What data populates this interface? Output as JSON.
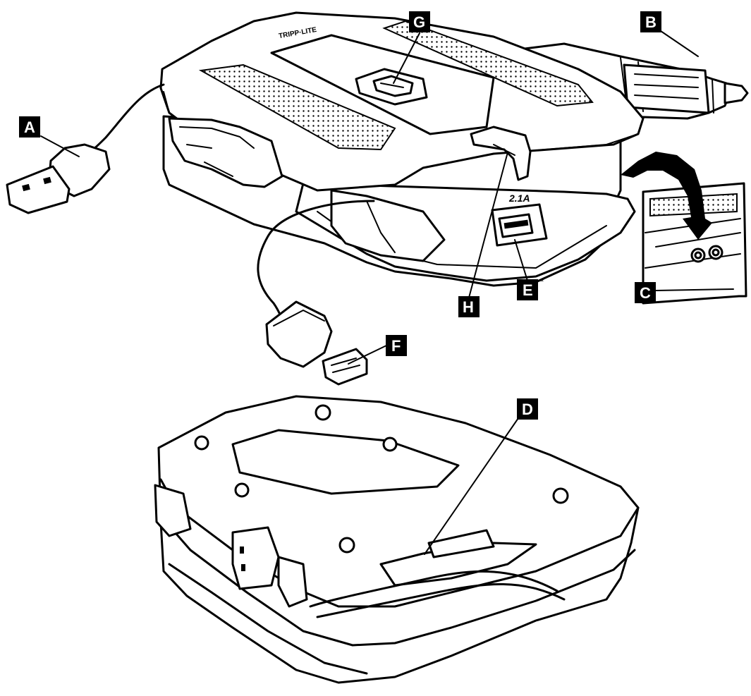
{
  "diagram": {
    "brand": "TRIPP·LITE",
    "rating_label": "2.1A",
    "footnote_mark": "*",
    "callouts": [
      {
        "id": "A",
        "label": "A"
      },
      {
        "id": "B",
        "label": "B"
      },
      {
        "id": "C",
        "label": "C"
      },
      {
        "id": "D",
        "label": "D"
      },
      {
        "id": "E",
        "label": "E"
      },
      {
        "id": "F",
        "label": "F"
      },
      {
        "id": "G",
        "label": "G"
      },
      {
        "id": "H",
        "label": "H"
      }
    ],
    "colors": {
      "line": "#000000",
      "background": "#ffffff",
      "label_fill": "#000000",
      "label_text": "#ffffff"
    }
  }
}
